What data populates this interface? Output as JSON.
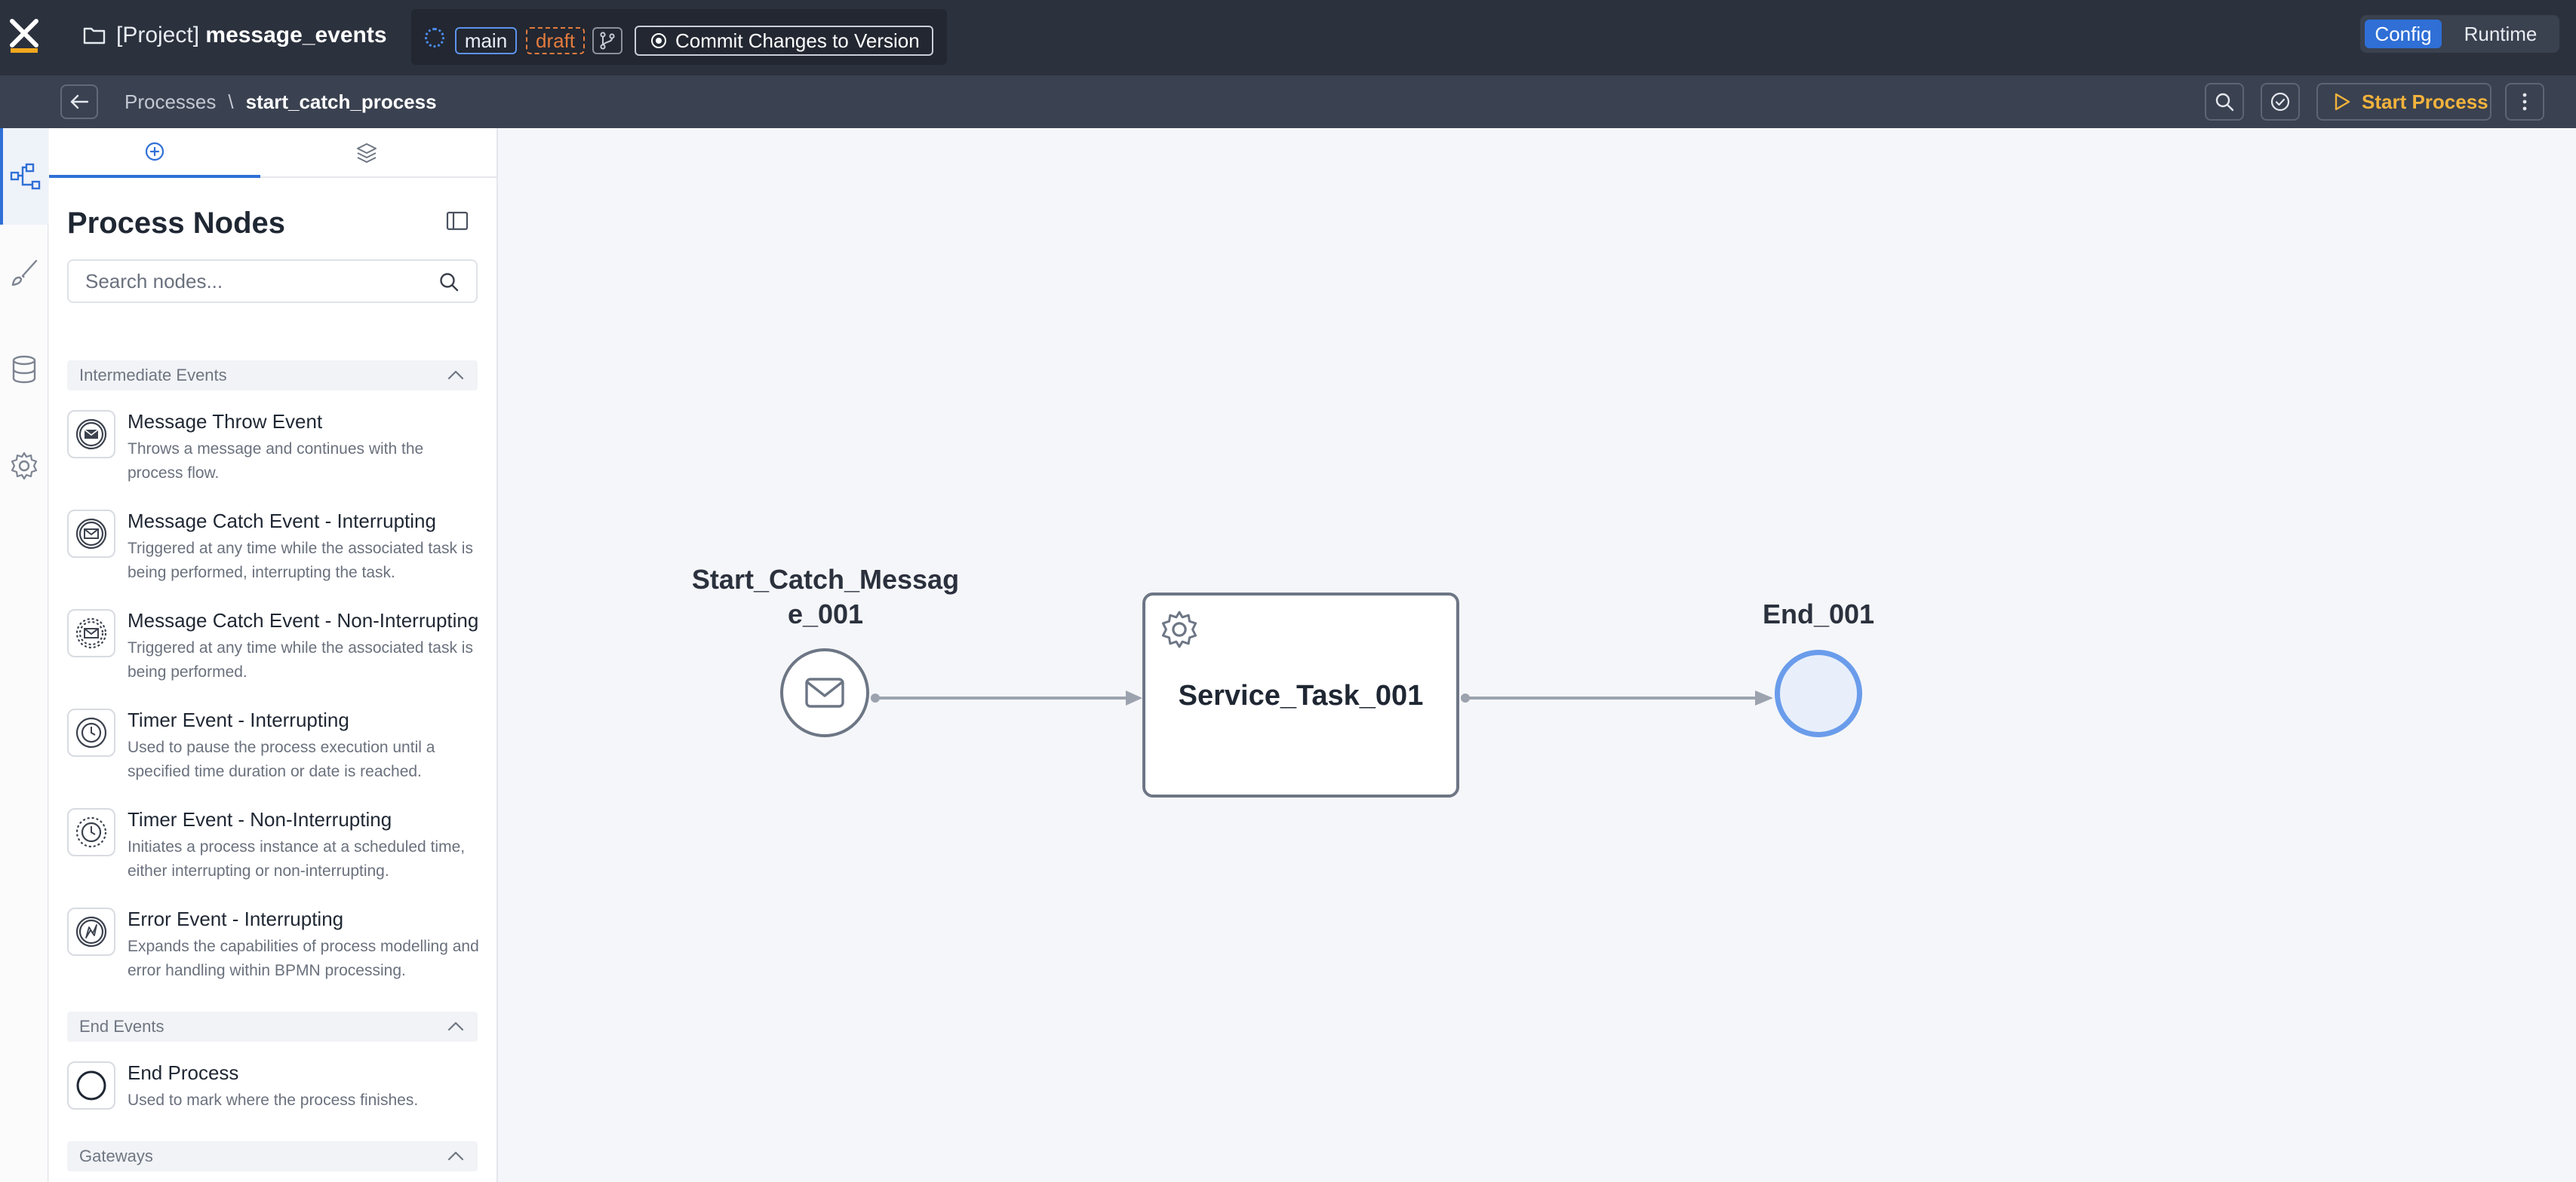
{
  "topbar": {
    "project_prefix": "[Project]",
    "project_name": "message_events",
    "branch": "main",
    "status": "draft",
    "commit_label": "Commit Changes to Version",
    "modes": [
      "Config",
      "Runtime"
    ],
    "active_mode": "Config"
  },
  "subbar": {
    "breadcrumb_root": "Processes",
    "breadcrumb_separator": "\\",
    "breadcrumb_current": "start_catch_process",
    "start_label": "Start Process"
  },
  "panel": {
    "title": "Process Nodes",
    "search_placeholder": "Search nodes...",
    "sections": [
      {
        "label": "Intermediate Events",
        "nodes": [
          {
            "title": "Message Throw Event",
            "desc": "Throws a message and continues with the process flow."
          },
          {
            "title": "Message Catch Event - Interrupting",
            "desc": "Triggered at any time while the associated task is being performed, interrupting the task."
          },
          {
            "title": "Message Catch Event - Non-Interrupting",
            "desc": "Triggered at any time while the associated task is being performed."
          },
          {
            "title": "Timer Event - Interrupting",
            "desc": "Used to pause the process execution until a specified time duration or date is reached."
          },
          {
            "title": "Timer Event - Non-Interrupting",
            "desc": "Initiates a process instance at a scheduled time, either interrupting or non-interrupting."
          },
          {
            "title": "Error Event - Interrupting",
            "desc": "Expands the capabilities of process modelling and error handling within BPMN processing."
          }
        ]
      },
      {
        "label": "End Events",
        "nodes": [
          {
            "title": "End Process",
            "desc": "Used to mark where the process finishes."
          }
        ]
      },
      {
        "label": "Gateways",
        "nodes": []
      }
    ]
  },
  "diagram": {
    "start_label_line1": "Start_Catch_Messag",
    "start_label_line2": "e_001",
    "task_label": "Service_Task_001",
    "end_label": "End_001"
  },
  "colors": {
    "accent": "#2f6fd6",
    "topbar_bg": "#2b313d",
    "subbar_bg": "#3a4150",
    "draft": "#e47b3d",
    "start_process": "#f3b33d",
    "end_event": "#6a9ceb"
  }
}
